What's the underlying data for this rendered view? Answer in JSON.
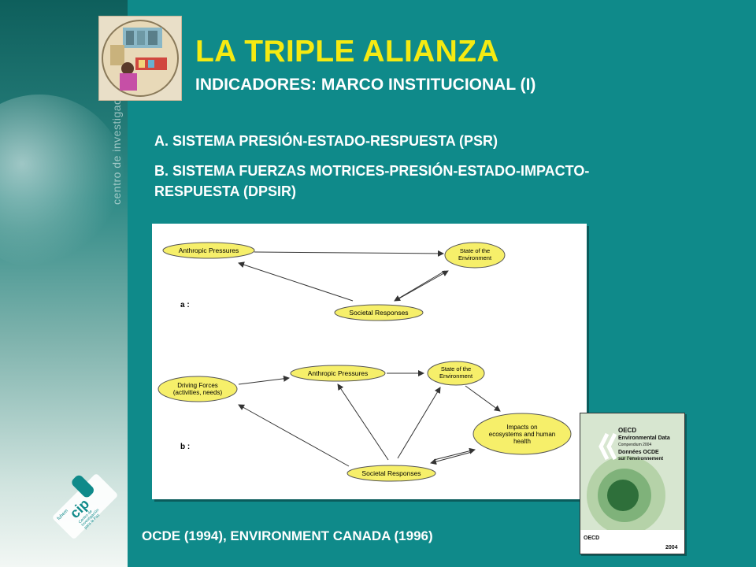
{
  "header": {
    "title": "LA TRIPLE ALIANZA",
    "subtitle": "INDICADORES: MARCO INSTITUCIONAL (I)"
  },
  "sidebar": {
    "vertical_text": "centro de investigación",
    "logo_text": [
      "cip",
      "fuhem",
      "Centro de",
      "Investigación",
      "para la Paz"
    ]
  },
  "items": [
    "A. SISTEMA PRESIÓN-ESTADO-RESPUESTA (PSR)",
    "B. SISTEMA FUERZAS MOTRICES-PRESIÓN-ESTADO-IMPACTO-RESPUESTA (DPSIR)"
  ],
  "diagram": {
    "a_label": "a :",
    "b_label": "b :",
    "a_nodes": [
      "Anthropic Pressures",
      "State of the Environment",
      "Societal Responses"
    ],
    "b_nodes": [
      "Driving Forces (activities, needs)",
      "Anthropic Pressures",
      "State of the Environment",
      "Impacts on ecosystems and human health",
      "Societal Responses"
    ],
    "node_color": "#f6ef6a"
  },
  "book": {
    "line1": "OECD",
    "line2": "Environmental Data",
    "line3": "Compendium 2004",
    "line4": "Données OCDE",
    "line5": "sur l'environnement",
    "brand": "OECD",
    "year": "2004"
  },
  "caption": "OCDE (1994), ENVIRONMENT CANADA (1996)",
  "colors": {
    "background": "#0f8a8a",
    "title": "#f5ea12",
    "text": "#ffffff"
  }
}
